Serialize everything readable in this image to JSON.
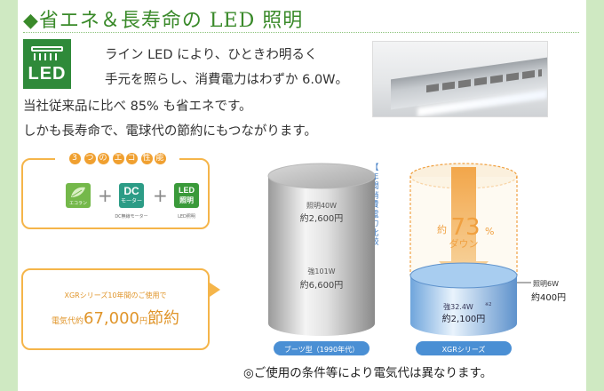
{
  "header": {
    "title": "◆省エネ＆長寿命の LED 照明"
  },
  "logo": {
    "text": "LED",
    "icon": "ceiling-light-icon"
  },
  "intro": {
    "line1": "ライン LED により、ひときわ明るく",
    "line2": "手元を照らし、消費電力はわずか 6.0W。",
    "line3": "当社従来品に比べ 85% も省エネです。",
    "line4": "しかも長寿命で、電球代の節約にもつながります。"
  },
  "eco": {
    "heading_chars": [
      "3",
      "つ",
      "の",
      "エ",
      "コ",
      "性",
      "能"
    ],
    "items": [
      {
        "label": "エコラン",
        "icon": "ecorun-icon",
        "caption": ""
      },
      {
        "label_top": "DC",
        "label_bottom": "モーター",
        "icon": "dc-motor-icon",
        "caption": "DC無線モーター"
      },
      {
        "label_top": "LED",
        "label_bottom": "照明",
        "icon": "led-lighting-icon",
        "caption": "LED照明"
      }
    ],
    "plus": "+"
  },
  "savings": {
    "line1": "XGRシリーズ10年間のご使用で",
    "label": "電気代約",
    "amount": "67,000",
    "unit": "円",
    "suffix": "節約"
  },
  "comparison": {
    "vertical_label": [
      "【",
      "年",
      "間",
      "消",
      "費",
      "電",
      "力",
      "比",
      "較",
      "】"
    ],
    "old": {
      "top_watts": "照明40W",
      "top_cost": "約2,600円",
      "mid_watts": "強101W",
      "mid_cost": "約6,600円",
      "label": "ブーツ型（1990年代）"
    },
    "new": {
      "percent_prefix": "約",
      "percent": "73",
      "percent_unit": "%",
      "down_label": "ダウン",
      "side_watts": "照明6W",
      "side_cost": "約400円",
      "bottom_watts": "強32.4W",
      "bottom_note": "※2",
      "bottom_cost": "約2,100円",
      "label": "XGRシリーズ"
    }
  },
  "footnote": "◎ご使用の条件等により電気代は異なります。",
  "colors": {
    "accent_green": "#3a8a2a",
    "orange": "#f5b54a",
    "blue": "#3a78c2",
    "page_bg": "#cfe9c2"
  }
}
